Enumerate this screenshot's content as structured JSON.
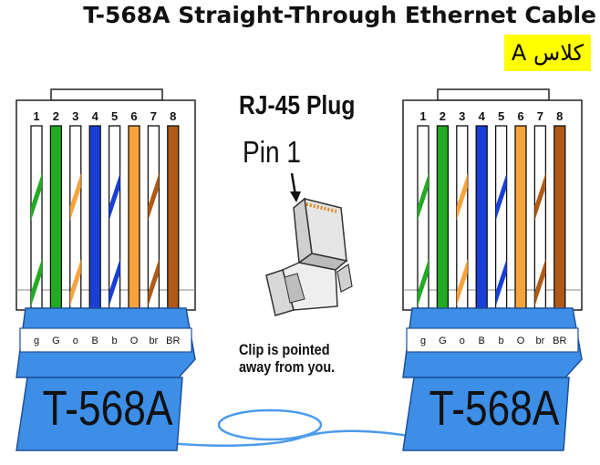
{
  "title": "T-568A Straight-Through Ethernet Cable",
  "badge": "كلاس A",
  "plug": {
    "title": "RJ-45 Plug",
    "pin_label": "Pin 1",
    "note_line1": "Clip is pointed",
    "note_line2": "away from you."
  },
  "connectors": [
    {
      "label": "T-568A",
      "pins": [
        "1",
        "2",
        "3",
        "4",
        "5",
        "6",
        "7",
        "8"
      ],
      "codes": [
        "g",
        "G",
        "o",
        "B",
        "b",
        "O",
        "br",
        "BR"
      ]
    },
    {
      "label": "T-568A",
      "pins": [
        "1",
        "2",
        "3",
        "4",
        "5",
        "6",
        "7",
        "8"
      ],
      "codes": [
        "g",
        "G",
        "o",
        "B",
        "b",
        "O",
        "br",
        "BR"
      ]
    }
  ],
  "colors": {
    "green": "#22aa22",
    "orange": "#f7a23c",
    "blue": "#1a3fd6",
    "brown": "#b05a16",
    "jacket": "#3d8ee6",
    "wire_outline": "#111111",
    "loop": "#4d9bea"
  },
  "wire_pattern": [
    "stripe-green",
    "solid-green",
    "stripe-orange",
    "solid-blue",
    "stripe-blue",
    "solid-orange",
    "stripe-brown",
    "solid-brown"
  ]
}
